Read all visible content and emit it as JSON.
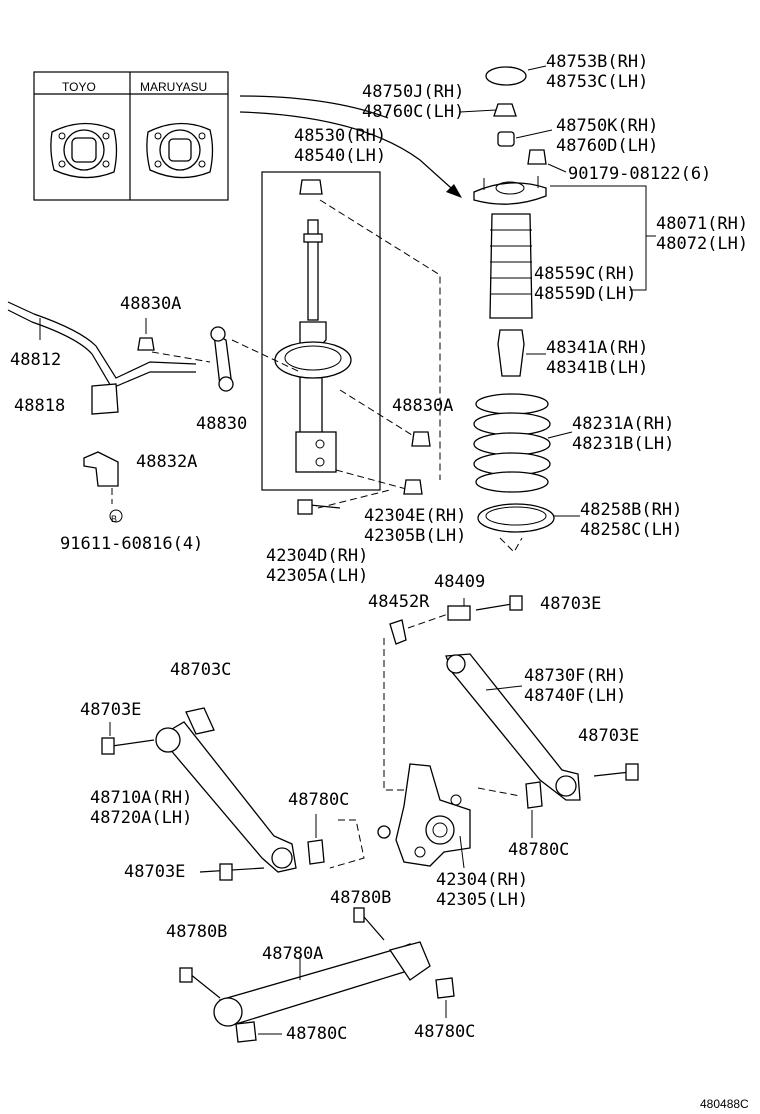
{
  "inset": {
    "brand_left": "TOYO",
    "brand_right": "MARUYASU"
  },
  "labels": {
    "p48753": "48753B(RH)\n48753C(LH)",
    "p48750j": "48750J(RH)\n48760C(LH)",
    "p48750k": "48750K(RH)\n48760D(LH)",
    "p48530": "48530(RH)\n48540(LH)",
    "p90179": "90179-08122(6)",
    "p48071": "48071(RH)\n48072(LH)",
    "p48559": "48559C(RH)\n48559D(LH)",
    "p48830a_top": "48830A",
    "p48812": "48812",
    "p48341": "48341A(RH)\n48341B(LH)",
    "p48818": "48818",
    "p48830": "48830",
    "p48830a_mid": "48830A",
    "p48231": "48231A(RH)\n48231B(LH)",
    "p48832a": "48832A",
    "p42304e": "42304E(RH)\n42305B(LH)",
    "p48258": "48258B(RH)\n48258C(LH)",
    "p91611": "91611-60816(4)",
    "p42304d": "42304D(RH)\n42305A(LH)",
    "p48409": "48409",
    "p48452r": "48452R",
    "p48703e_1": "48703E",
    "p48703c": "48703C",
    "p48730f": "48730F(RH)\n48740F(LH)",
    "p48703e_2": "48703E",
    "p48703e_3": "48703E",
    "p48710a": "48710A(RH)\n48720A(LH)",
    "p48780c_1": "48780C",
    "p48780c_2": "48780C",
    "p48703e_4": "48703E",
    "p42304": "42304(RH)\n42305(LH)",
    "p48780b_1": "48780B",
    "p48780b_2": "48780B",
    "p48780a": "48780A",
    "p48780c_3": "48780C",
    "p48780c_4": "48780C",
    "p91611_mark": "B"
  },
  "footer": {
    "code": "480488C"
  }
}
